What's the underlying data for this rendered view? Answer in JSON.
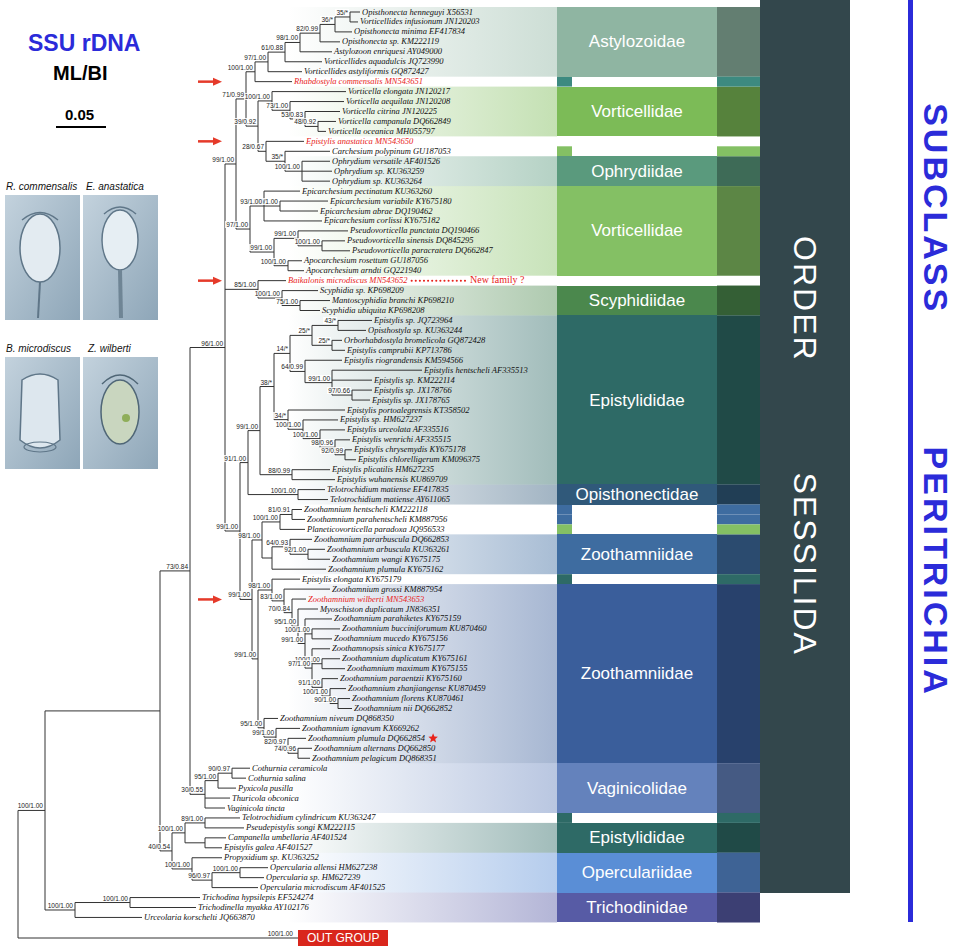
{
  "diagram": {
    "title": "SSU rDNA",
    "nodes": [
      {
        "text": [
          "Astylozoidae"
        ]
      },
      {
        "text": [
          "Vorticellidae"
        ]
      },
      {
        "text": [
          "Ophrydiidae"
        ]
      },
      {
        "text": [
          "Vorticellidae"
        ]
      },
      {
        "text": [
          "Scyphidiidae"
        ]
      },
      {
        "text": [
          "Epistylididae"
        ]
      },
      {
        "text": [
          "Opisthonectidae"
        ]
      },
      {
        "text": [
          "Zoothamniidae"
        ]
      },
      {
        "text": [
          "Zoothamniidae"
        ]
      },
      {
        "text": [
          "Vaginicolidae"
        ]
      },
      {
        "text": [
          "Epistylididae"
        ]
      },
      {
        "text": [
          "Operculariidae"
        ]
      },
      {
        "text": [
          "Trichodinidae"
        ]
      },
      {
        "text": [
          "ORDER SESSILIDA"
        ]
      },
      {
        "text": [
          "OUT GROUP"
        ]
      }
    ],
    "labels": [
      "Opisthonecta henneguyi X56531",
      "Vorticellides infusionum JN120203",
      "Opisthonecta minima EF417834",
      "Opisthonecta sp. KM222119",
      "Astylozoon enriquesi AY049000",
      "Vorticellides aquadulcis JQ723990",
      "Vorticellides astyliformis GQ872427",
      "Rhabdostyla commensalis MN543651",
      "Vorticella elongata JN120217",
      "Vorticella aequilata JN120208",
      "Vorticella citrina JN120225",
      "Vorticella campanula DQ662849",
      "Vorticella oceanica MH055797",
      "Epistylis anastatica MN543650",
      "Carchesium polypinum GU187053",
      "Ophrydium versatile AF401526",
      "Ophrydium sp. KU363259",
      "Ophrydium sp. KU363264",
      "Epicarchesium pectinatum KU363260",
      "Epicarchesium variabile KY675180",
      "Epicarchesium abrae DQ190462",
      "Epicarchesium corlissi KY675182",
      "Pseudovorticella punctata DQ190466",
      "Pseudovorticella sinensis DQ845295",
      "Pseudovorticella paracratera DQ662847",
      "Apocarchesium rosettum GU187056",
      "Apocarchesium arndti GQ221940",
      "Baikalonis microdiscus MN543652",
      "Scyphidia sp. KP698209",
      "Mantoscyphidia branchi KP698210",
      "Scyphidia ubiquita KP698208",
      "Epistylis sp. JQ723964",
      "Opisthostyla sp. KU363244",
      "Orborhabdostyla bromelicola GQ872428",
      "Epistylis camprubii KP713786",
      "Epistylis riograndensis KM594566",
      "Epistylis hentscheli AF335513",
      "Epistylis sp. KM222114",
      "Epistylis sp. JX178766",
      "Epistylis sp. JX178765",
      "Epistylis portoalegrensis KT358502",
      "Epistylis sp. HM627237",
      "Epistylis urceolata AF335516",
      "Epistylis wenrichi AF335515",
      "Epistylis chrysemydis KY675178",
      "Epistylis chlorelligerum KM096375",
      "Epistylis plicatilis HM627235",
      "Epistylis wuhanensis KU869709",
      "Telotrochidium matiense EF417835",
      "Telotrochidium matiense AY611065",
      "Zoothamnium hentscheli KM222118",
      "Zoothamnium parahentscheli KM887956",
      "Planeticovorticella paradoxa JQ956533",
      "Zoothamnium pararbuscula DQ662853",
      "Zoothamnium arbuscula KU363261",
      "Zoothamnium wangi KY675175",
      "Zoothamnium plumula KY675162",
      "Epistylis elongata KY675179",
      "Zoothamnium grossi KM887954",
      "Zoothamnium wilberti MN543653",
      "Myoschiston duplicatum JN836351",
      "Zoothamnium parahiketes KY675159",
      "Zoothamnium bucciniforumum KU870460",
      "Zoothamnium mucedo KY675156",
      "Zoothamnopsis sinica KY675177",
      "Zoothamnium duplicatum KY675161",
      "Zoothamnium maximum KY675155",
      "Zoothamnium paraentzii KY675160",
      "Zoothamnium zhanjiangense KU870459",
      "Zoothamnium florens KU870461",
      "Zoothamnium nii DQ662852",
      "Zoothamnium niveum DQ868350",
      "Zoothamnium ignavum KX669262",
      "Zoothamnium plumula DQ662854",
      "Zoothamnium alternans DQ662850",
      "Zoothamnium pelagicum DQ868351",
      "Cothurnia ceramicola",
      "Cothurnia salina",
      "Pyxicola pusilla",
      "Thuricola obconica",
      "Vaginicola tincta",
      "Telotrochidium cylindricum KU363247",
      "Pseudepistylis songi KM222115",
      "Campanella umbellaria AF401524",
      "Epistylis galea AF401527",
      "Propyxidium sp. KU363252",
      "Opercularia allensi HM627238",
      "Opercularia sp. HM627239",
      "Opercularia microdiscum AF401525",
      "Trichodina hypsilepis EF524274",
      "Trichodinella myakka AY102176",
      "Urceolaria korschelti JQ663870",
      "100/1.00",
      "73/0.84",
      "96/1.00",
      "99/1.00",
      "71/0.99",
      "100/1.00",
      "97/1.00",
      "61/0.88",
      "98/1.00",
      "82/0.99",
      "36/*",
      "35/*",
      "39/0.92",
      "100/1.00",
      "73/1.00",
      "53/0.83",
      "48/0.92",
      "28/0.67",
      "35/*",
      "100/1.00",
      "97/1.00",
      "93/1.00",
      "100/1.00",
      "99/1.00",
      "99/1.00",
      "100/1.00",
      "100/1.00",
      "85/1.00",
      "100/1.00",
      "75/1.00",
      "99/1.00",
      "91/1.00",
      "99/1.00",
      "38/*",
      "14/*",
      "25/*",
      "43/*",
      "25/*",
      "64/0.99",
      "99/1.00",
      "97/0.66",
      "34/*",
      "100/1.00",
      "100/1.00",
      "98/0.96",
      "92/0.99",
      "88/0.99",
      "100/1.00",
      "99/1.00",
      "98/1.00",
      "100/1.00",
      "81/0.91",
      "64/0.93",
      "92/1.00",
      "99/1.00",
      "98/1.00",
      "83/1.00",
      "70/0.84",
      "95/1.00",
      "99/1.00",
      "100/1.00",
      "97/1.00",
      "100/1.00",
      "91/1.00",
      "100/1.00",
      "90/1.00",
      "95/1.00",
      "99/1.00",
      "82/0.97",
      "74/0.96",
      "30/0.55",
      "95/1.00",
      "90/0.97",
      "40/0.54",
      "100/1.00",
      "89/1.00",
      "100/1.00",
      "96/0.97",
      "100/1.00",
      "100/1.00",
      "100/1.00",
      "100/1.00",
      "ML/BI",
      "0.05",
      "R. commensalis",
      "E. anastatica",
      "B. microdiscus",
      "Z. wilberti",
      "New family ?",
      "SUBCLASS PERITRICHIA"
    ]
  }
}
